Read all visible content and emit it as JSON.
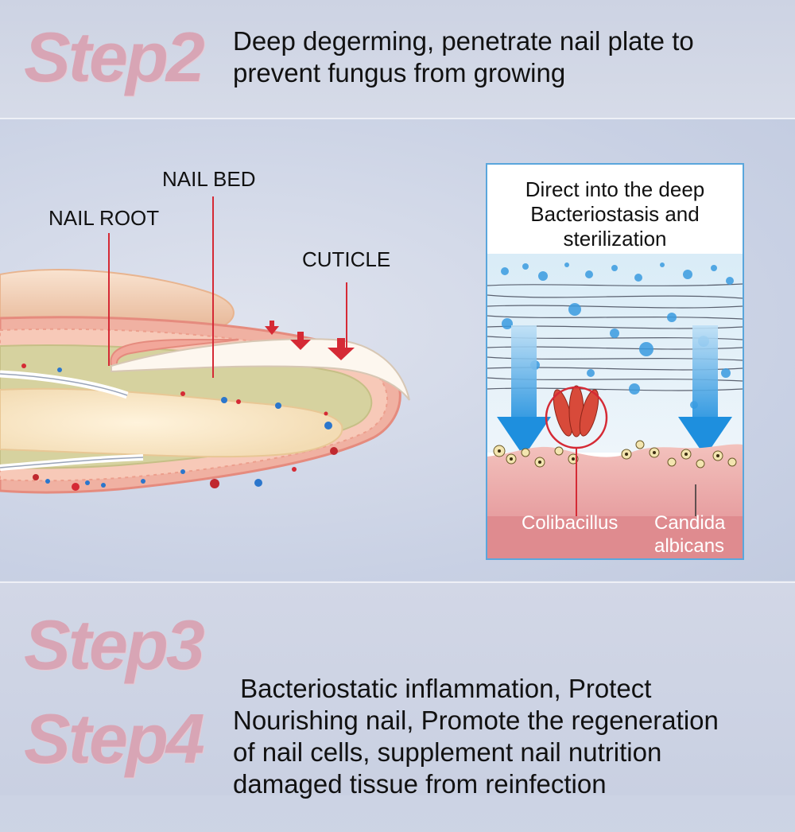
{
  "steps": {
    "step2": {
      "title": "Step2",
      "line1": "Deep degerming, penetrate nail plate to",
      "line2": "prevent fungus from growing"
    },
    "step3": {
      "title": "Step3",
      "line1": " Bacteriostatic inflammation, Protect",
      "line2": "damaged tissue from reinfection"
    },
    "step4": {
      "title": "Step4",
      "line1": "Nourishing nail, Promote the regeneration",
      "line2": "of nail cells, supplement nail nutrition"
    }
  },
  "diagram": {
    "labels": {
      "nail_bed": "NAIL BED",
      "nail_root": "NAIL ROOT",
      "cuticle": "CUTICLE"
    }
  },
  "panel": {
    "title_line1": "Direct into the deep",
    "title_line2": "Bacteriostasis and",
    "title_line3": "sterilization",
    "label_left": "Colibacillus",
    "label_right_line1": "Candida",
    "label_right_line2": "albicans"
  },
  "colors": {
    "step_word": "#d8a5b5",
    "arrow_red": "#d52a35",
    "panel_border": "#5aa6dc",
    "water_blue": "#3a9be0",
    "skin_pink": "#e08a90"
  }
}
